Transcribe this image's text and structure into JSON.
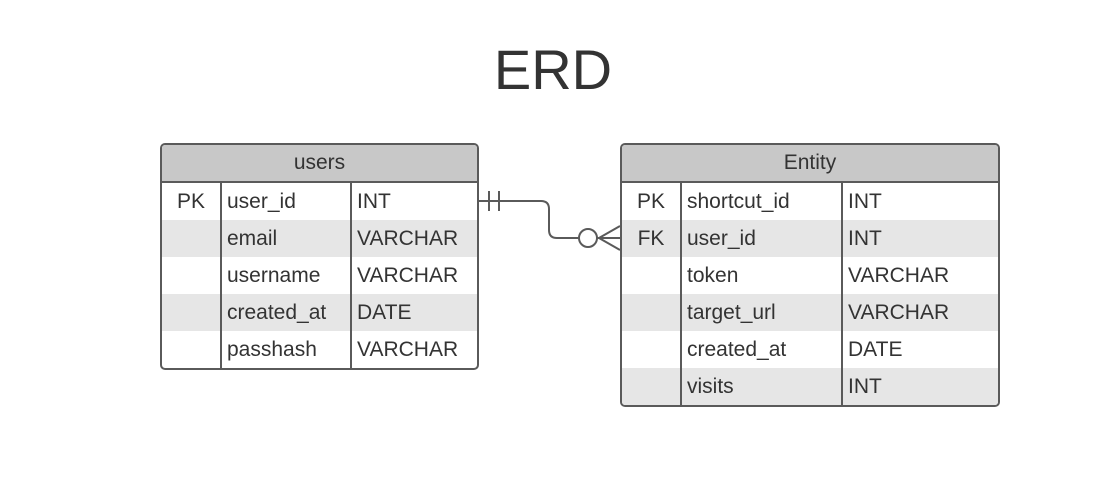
{
  "title": "ERD",
  "entities": {
    "users": {
      "name": "users",
      "rows": [
        {
          "key": "PK",
          "field": "user_id",
          "type": "INT"
        },
        {
          "key": "",
          "field": "email",
          "type": "VARCHAR"
        },
        {
          "key": "",
          "field": "username",
          "type": "VARCHAR"
        },
        {
          "key": "",
          "field": "created_at",
          "type": "DATE"
        },
        {
          "key": "",
          "field": "passhash",
          "type": "VARCHAR"
        }
      ]
    },
    "entity": {
      "name": "Entity",
      "rows": [
        {
          "key": "PK",
          "field": "shortcut_id",
          "type": "INT"
        },
        {
          "key": "FK",
          "field": "user_id",
          "type": "INT"
        },
        {
          "key": "",
          "field": "token",
          "type": "VARCHAR"
        },
        {
          "key": "",
          "field": "target_url",
          "type": "VARCHAR"
        },
        {
          "key": "",
          "field": "created_at",
          "type": "DATE"
        },
        {
          "key": "",
          "field": "visits",
          "type": "INT"
        }
      ]
    }
  },
  "relationship": {
    "from": "users.user_id",
    "to": "Entity.user_id",
    "from_cardinality": "one-and-only-one",
    "to_cardinality": "zero-or-many"
  },
  "colors": {
    "border": "#5a5a5a",
    "header": "#c8c8c8",
    "alt_row": "#e6e6e6",
    "text": "#333333"
  }
}
